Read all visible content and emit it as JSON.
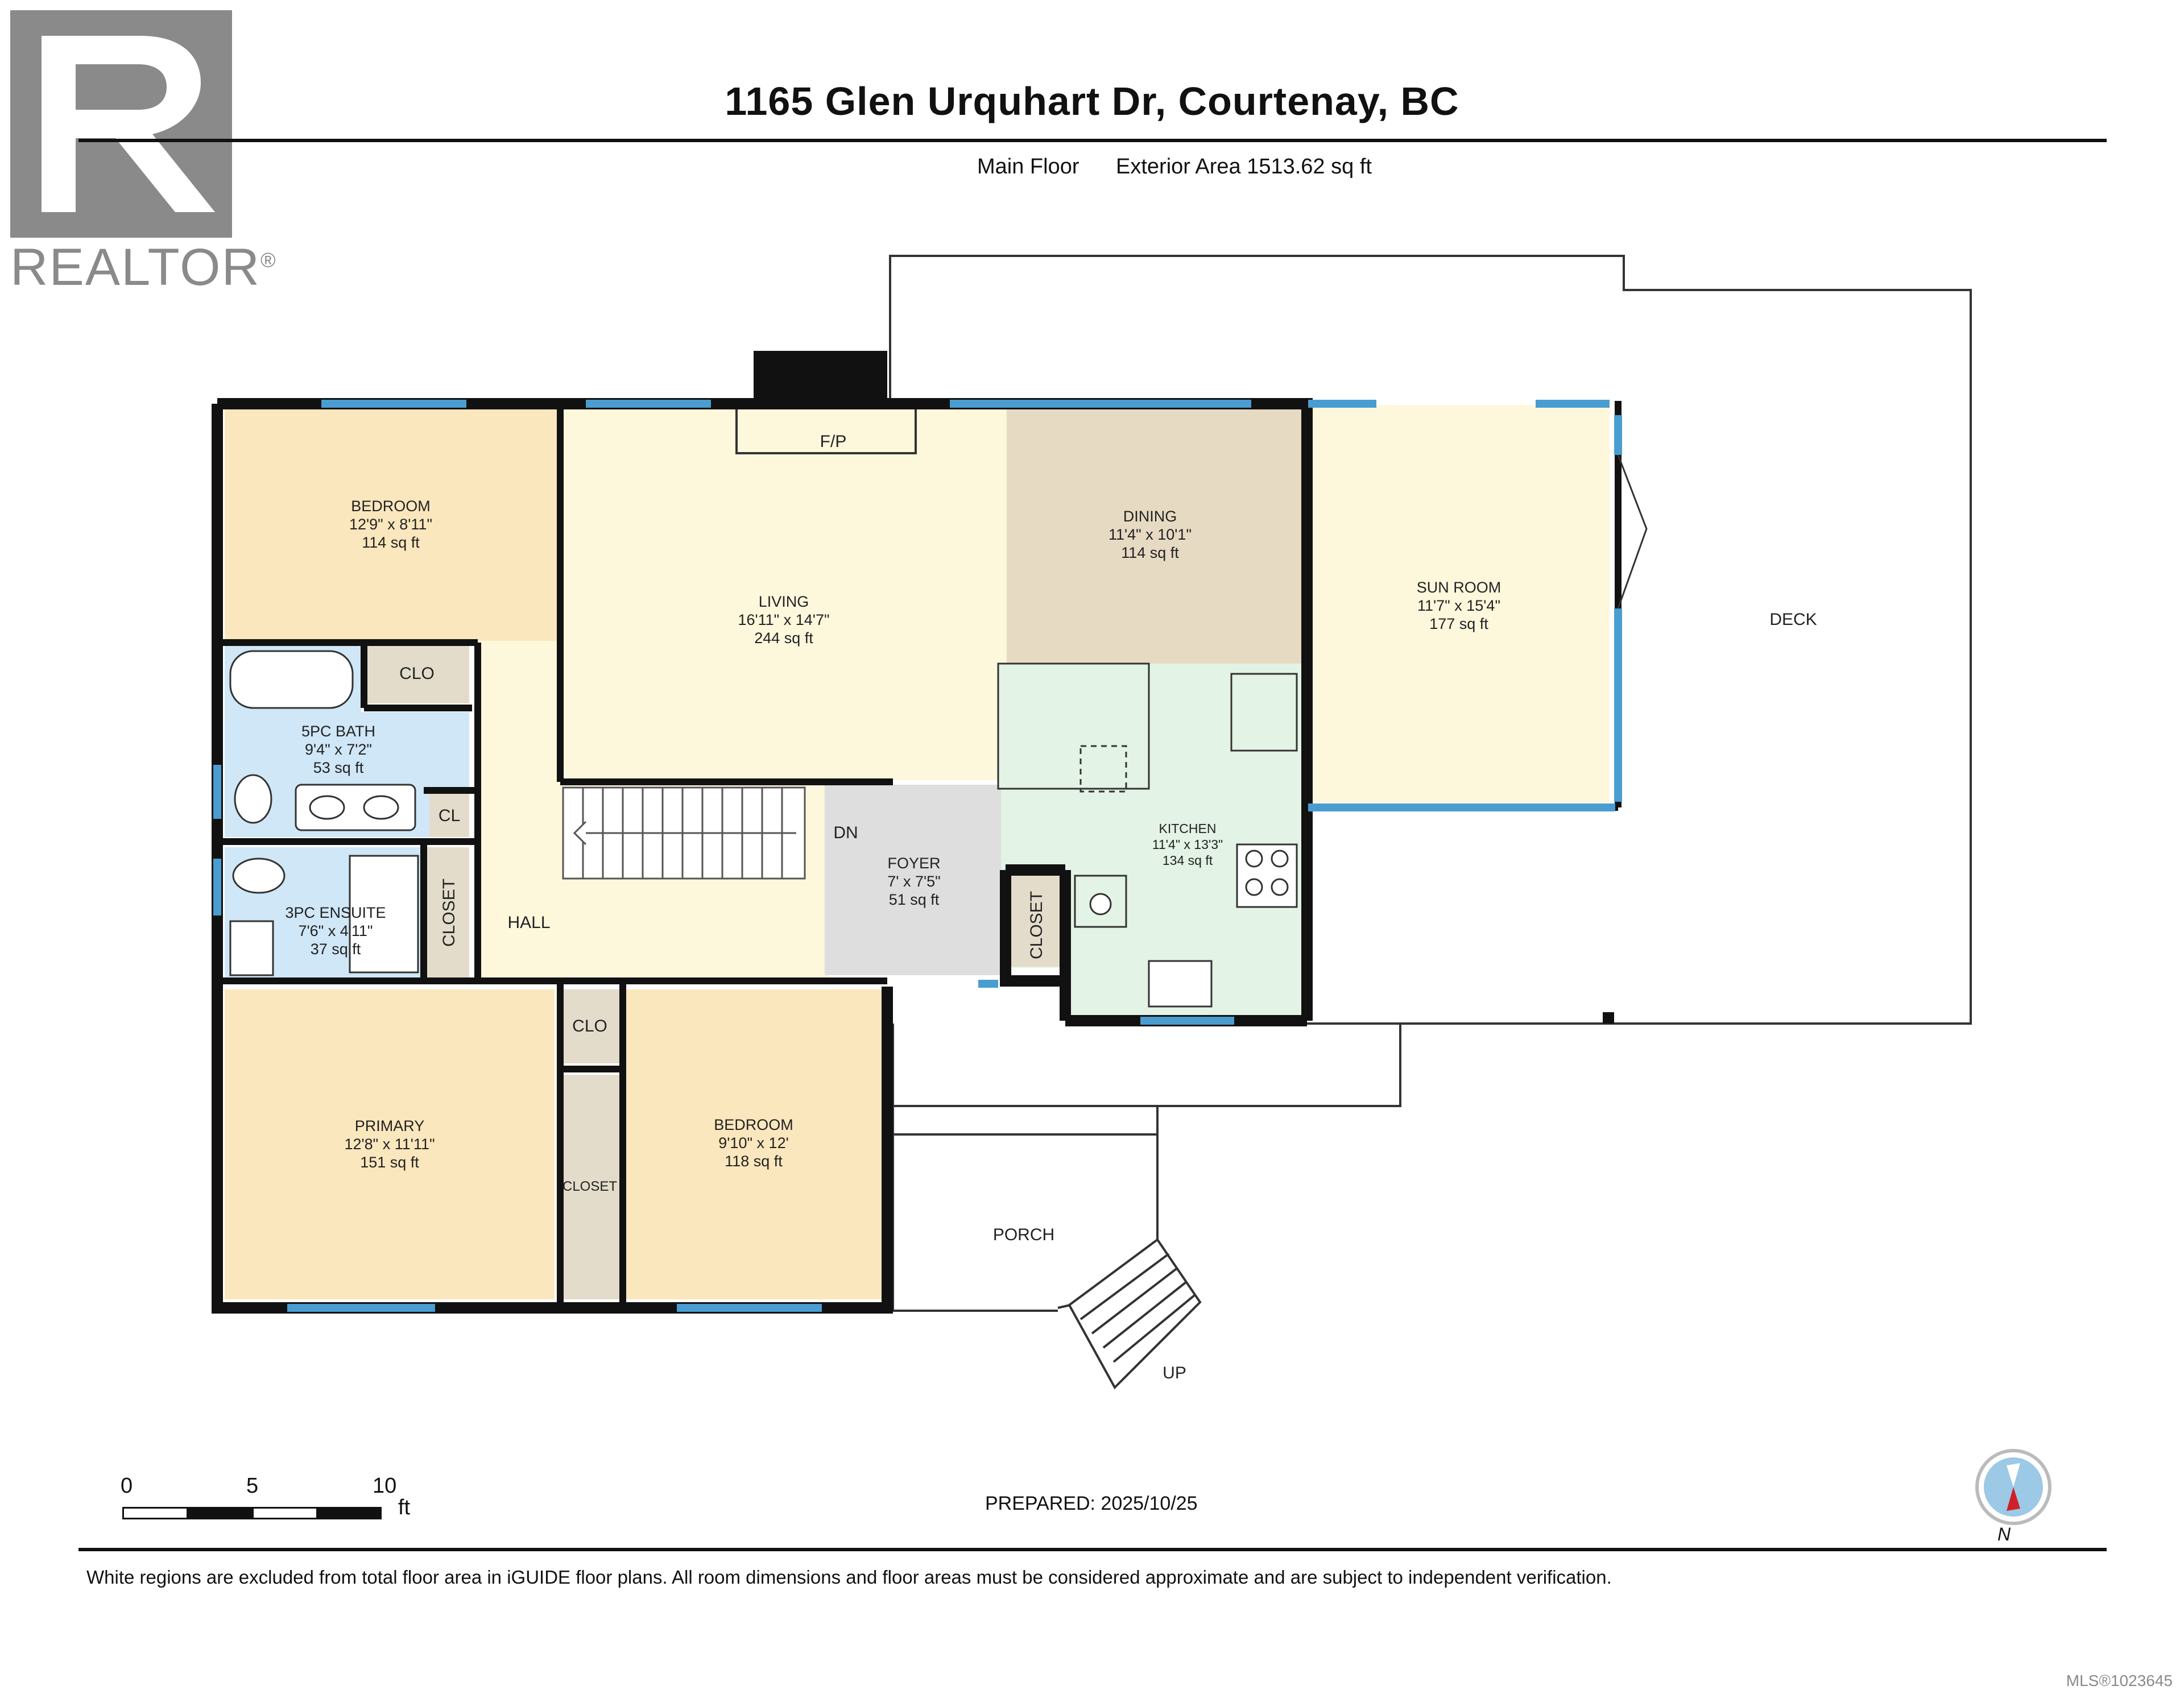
{
  "header": {
    "address": "1165 Glen Urquhart Dr, Courtenay, BC",
    "floor": "Main Floor",
    "exterior_area": "Exterior Area 1513.62 sq ft"
  },
  "logo": {
    "word": "REALTOR",
    "mark": "®",
    "color": "#8a8a8a"
  },
  "rooms": {
    "bedroom1": {
      "name": "BEDROOM",
      "dims": "12'9\" x 8'11\"",
      "area": "114 sq ft"
    },
    "living": {
      "name": "LIVING",
      "dims": "16'11\" x 14'7\"",
      "area": "244 sq ft"
    },
    "dining": {
      "name": "DINING",
      "dims": "11'4\" x 10'1\"",
      "area": "114 sq ft"
    },
    "sunroom": {
      "name": "SUN ROOM",
      "dims": "11'7\" x 15'4\"",
      "area": "177 sq ft"
    },
    "bath5": {
      "name": "5PC BATH",
      "dims": "9'4\" x 7'2\"",
      "area": "53 sq ft"
    },
    "ensuite": {
      "name": "3PC ENSUITE",
      "dims": "7'6\" x 4'11\"",
      "area": "37 sq ft"
    },
    "foyer": {
      "name": "FOYER",
      "dims": "7' x 7'5\"",
      "area": "51 sq ft"
    },
    "kitchen": {
      "name": "KITCHEN",
      "dims": "11'4\" x 13'3\"",
      "area": "134 sq ft"
    },
    "primary": {
      "name": "PRIMARY",
      "dims": "12'8\" x 11'11\"",
      "area": "151 sq ft"
    },
    "bedroom2": {
      "name": "BEDROOM",
      "dims": "9'10\" x 12'",
      "area": "118 sq ft"
    }
  },
  "labels": {
    "fp": "F/P",
    "clo1": "CLO",
    "clo2": "CLO",
    "cl": "CL",
    "closet1": "CLOSET",
    "closet2": "CLOSET",
    "closet3": "CLOSET",
    "hall": "HALL",
    "dn": "DN",
    "deck": "DECK",
    "porch": "PORCH",
    "up": "UP"
  },
  "scale": {
    "t0": "0",
    "t5": "5",
    "t10": "10",
    "unit": "ft"
  },
  "compass": {
    "label": "N"
  },
  "prepared": "PREPARED: 2025/10/25",
  "footer_note": "White regions are excluded from total floor area in iGUIDE floor plans. All room dimensions and floor areas must be considered approximate and are subject to independent verification.",
  "mls": "MLS®1023645",
  "colors": {
    "bedroom": "#fbe7bd",
    "living": "#fdf7dc",
    "dining": "#e7dac3",
    "kitchen": "#e3f3e5",
    "bath": "#cfe7f7",
    "foyer": "#dedede",
    "closet": "#e3dcca",
    "wall": "#111111",
    "window": "#4a9dd0"
  }
}
